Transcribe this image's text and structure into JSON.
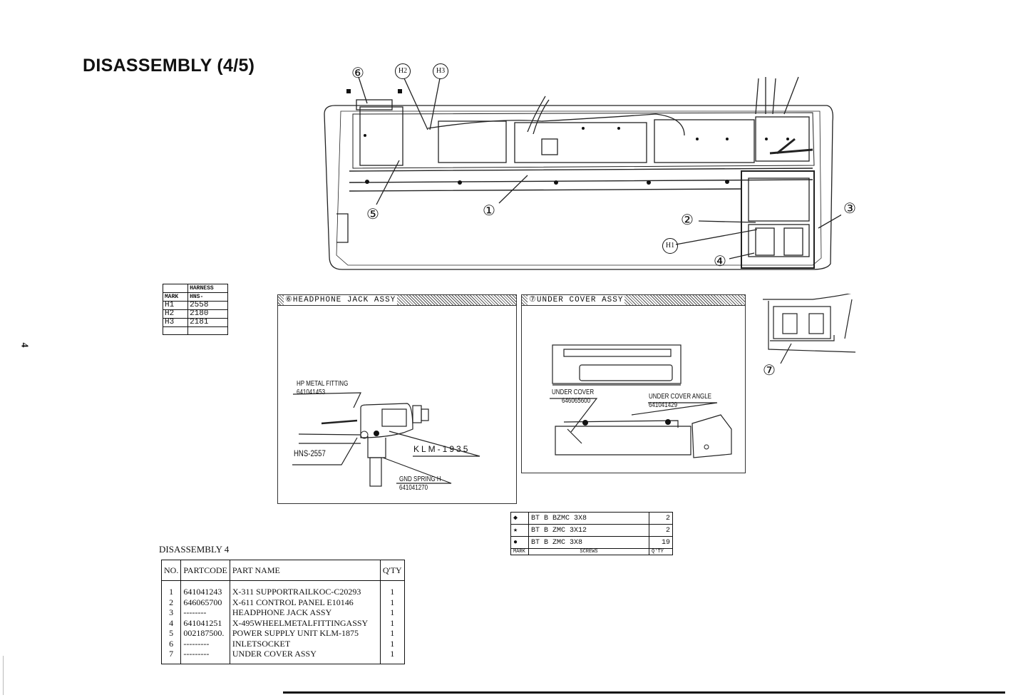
{
  "page": {
    "title": "DISASSEMBLY (4/5)",
    "side_number": "4"
  },
  "callouts": {
    "c1": "①",
    "c2": "②",
    "c3": "③",
    "c4": "④",
    "c5": "⑤",
    "c6": "⑥",
    "c7": "⑦",
    "h1": "H1",
    "h2": "H2",
    "h3": "H3"
  },
  "harness_table": {
    "header_top": "HARNESS",
    "header_mark": "MARK",
    "header_hns": "HNS-",
    "rows": [
      {
        "mark": "H1",
        "hns": "2558"
      },
      {
        "mark": "H2",
        "hns": "2180"
      },
      {
        "mark": "H3",
        "hns": "2181"
      }
    ]
  },
  "headphone_panel": {
    "header": "⑥HEADPHONE JACK ASSY",
    "labels": {
      "hp_metal": "HP METAL FITTING",
      "hp_metal_code": "641041453",
      "hns": "HNS-2557",
      "klm": "KLM-1935",
      "gnd": "GND SPRING H",
      "gnd_code": "641041270"
    }
  },
  "undercover_panel": {
    "header": "⑦UNDER COVER ASSY",
    "labels": {
      "under_cover": "UNDER COVER",
      "under_cover_code": "646065600",
      "under_cover_angle": "UNDER COVER ANGLE",
      "under_cover_angle_code": "641041429"
    }
  },
  "screws_table": {
    "rows": [
      {
        "mark": "◆",
        "screw": "BT  B  BZMC  3X8",
        "qty": "2"
      },
      {
        "mark": "★",
        "screw": "BT  B  ZMC  3X12",
        "qty": "2"
      },
      {
        "mark": "●",
        "screw": "BT  B  ZMC  3X8",
        "qty": "19"
      }
    ],
    "footer": {
      "mark": "MARK",
      "screws": "SCREWS",
      "qty": "Q'TY"
    }
  },
  "parts_table": {
    "caption": "DISASSEMBLY 4",
    "headers": {
      "no": "NO.",
      "partcode": "PARTCODE",
      "partname": "PART NAME",
      "qty": "Q'TY"
    },
    "rows": [
      {
        "no": "1",
        "code": "641041243",
        "name": "X-311 SUPPORTRAILKOC-C20293",
        "qty": "1"
      },
      {
        "no": "2",
        "code": "646065700",
        "name": "X-611 CONTROL PANEL E10146",
        "qty": "1"
      },
      {
        "no": "3",
        "code": "--------",
        "name": "HEADPHONE JACK ASSY",
        "qty": "1"
      },
      {
        "no": "4",
        "code": "641041251",
        "name": "X-495WHEELMETALFITTINGASSY",
        "qty": "1"
      },
      {
        "no": "5",
        "code": "002187500.",
        "name": "POWER SUPPLY UNIT KLM-1875",
        "qty": "1"
      },
      {
        "no": "6",
        "code": "---------",
        "name": "INLETSOCKET",
        "qty": "1"
      },
      {
        "no": "7",
        "code": "---------",
        "name": "UNDER COVER ASSY",
        "qty": "1"
      }
    ]
  }
}
